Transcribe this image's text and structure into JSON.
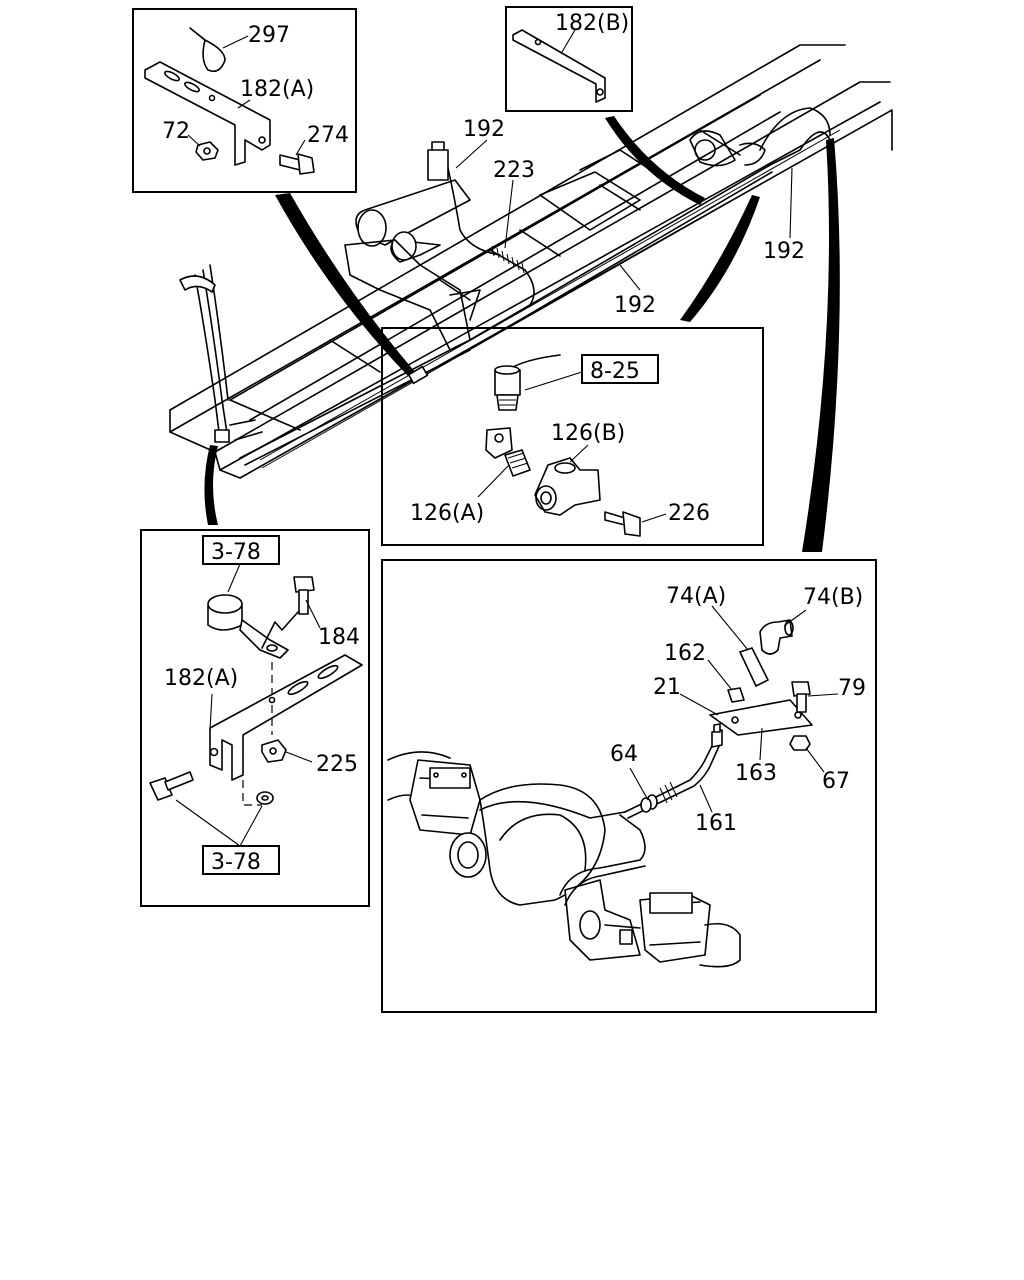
{
  "diagram": {
    "callouts": {
      "c297": "297",
      "c182a_top": "182(A)",
      "c72": "72",
      "c274": "274",
      "c182b": "182(B)",
      "c192_a": "192",
      "c223": "223",
      "c192_b": "192",
      "c192_c": "192",
      "c8_25": "8-25",
      "c126b": "126(B)",
      "c126a": "126(A)",
      "c226": "226",
      "c3_78_top": "3-78",
      "c184": "184",
      "c182a_mid": "182(A)",
      "c225": "225",
      "c3_78_bot": "3-78",
      "c74a": "74(A)",
      "c74b": "74(B)",
      "c162": "162",
      "c21": "21",
      "c79": "79",
      "c64": "64",
      "c163": "163",
      "c67": "67",
      "c161": "161"
    }
  }
}
